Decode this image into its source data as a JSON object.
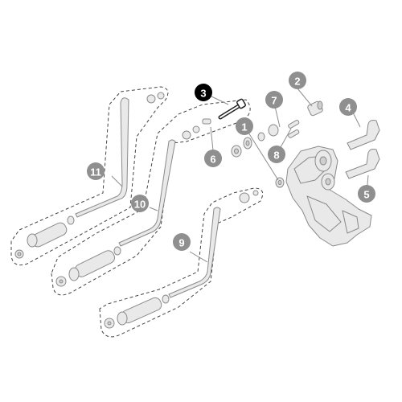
{
  "diagram": {
    "highlighted_callout": "3",
    "callouts": [
      {
        "id": "c1",
        "label": "1"
      },
      {
        "id": "c2",
        "label": "2"
      },
      {
        "id": "c3",
        "label": "3"
      },
      {
        "id": "c4",
        "label": "4"
      },
      {
        "id": "c5",
        "label": "5"
      },
      {
        "id": "c6",
        "label": "6"
      },
      {
        "id": "c7",
        "label": "7"
      },
      {
        "id": "c8",
        "label": "8"
      },
      {
        "id": "c9",
        "label": "9"
      },
      {
        "id": "c10",
        "label": "10"
      },
      {
        "id": "c11",
        "label": "11"
      }
    ]
  },
  "colors": {
    "callout": "#8f8f8f",
    "callout_highlight": "#000000",
    "part_fill": "#e9e9e9",
    "part_stroke": "#8a8a8a",
    "group_outline": "#444444"
  }
}
